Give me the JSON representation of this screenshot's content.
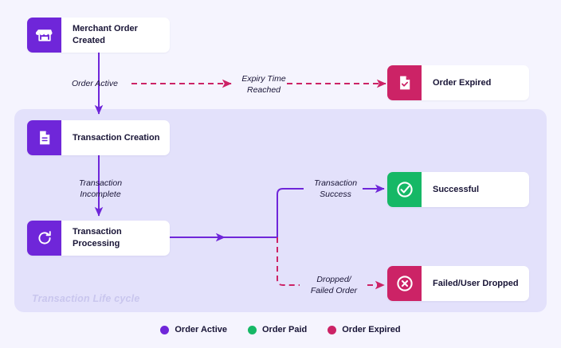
{
  "diagram": {
    "title": "Transaction Life cycle",
    "panel_label": "Transaction Life cycle"
  },
  "colors": {
    "purple": "#6f26d9",
    "green": "#16b866",
    "pink": "#cc2366",
    "background": "#f5f4fe",
    "panel": "#e3e1fb",
    "card": "#ffffff",
    "text": "#181436",
    "panel_label": "#c9c6ee"
  },
  "nodes": [
    {
      "id": "merchant-order-created",
      "label": "Merchant Order\nCreated",
      "icon": "storefront-icon",
      "icon_color": "#6f26d9",
      "state": "Order Active"
    },
    {
      "id": "transaction-creation",
      "label": "Transaction\nCreation",
      "icon": "document-icon",
      "icon_color": "#6f26d9",
      "state": "Order Active"
    },
    {
      "id": "transaction-processing",
      "label": "Transaction\nProcessing",
      "icon": "refresh-icon",
      "icon_color": "#6f26d9",
      "state": "Order Active"
    },
    {
      "id": "order-expired",
      "label": "Order Expired",
      "icon": "document-check-icon",
      "icon_color": "#cc2366",
      "state": "Order Expired"
    },
    {
      "id": "successful",
      "label": "Successful",
      "icon": "check-circle-icon",
      "icon_color": "#16b866",
      "state": "Order Paid"
    },
    {
      "id": "failed-user-dropped",
      "label": "Failed/User\nDropped",
      "icon": "x-circle-icon",
      "icon_color": "#cc2366",
      "state": "Order Expired"
    }
  ],
  "edges": [
    {
      "id": "order-active",
      "label": "Order Active",
      "from": "merchant-order-created",
      "to": "transaction-creation",
      "style": "solid",
      "color": "#6f26d9"
    },
    {
      "id": "expiry-time-reached",
      "label": "Expiry Time\nReached",
      "from": "merchant-order-created",
      "to": "order-expired",
      "style": "dashed",
      "color": "#cc2366"
    },
    {
      "id": "transaction-incomplete",
      "label": "Transaction\nIncomplete",
      "from": "transaction-creation",
      "to": "transaction-processing",
      "style": "solid",
      "color": "#6f26d9"
    },
    {
      "id": "transaction-success",
      "label": "Transaction\nSuccess",
      "from": "transaction-processing",
      "to": "successful",
      "style": "solid",
      "color": "#6f26d9"
    },
    {
      "id": "dropped-failed-order",
      "label": "Dropped/\nFailed Order",
      "from": "transaction-processing",
      "to": "failed-user-dropped",
      "style": "dashed",
      "color": "#cc2366"
    }
  ],
  "legend": {
    "items": [
      {
        "label": "Order Active",
        "color": "#6f26d9"
      },
      {
        "label": "Order Paid",
        "color": "#16b866"
      },
      {
        "label": "Order Expired",
        "color": "#cc2366"
      }
    ]
  }
}
